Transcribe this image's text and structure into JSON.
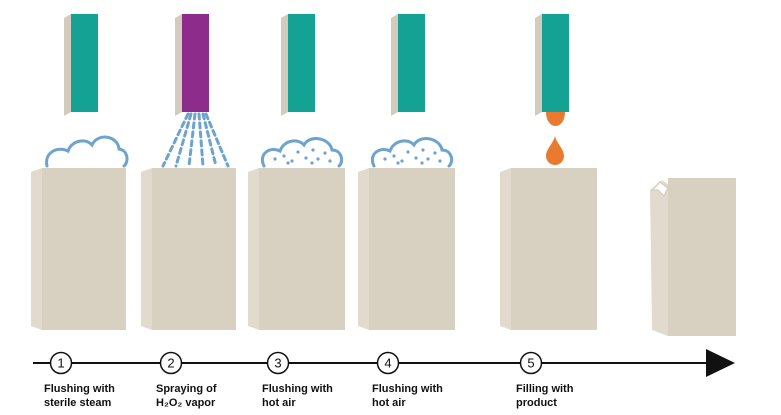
{
  "colors": {
    "carton": "#d8d1c2",
    "carton_edge": "#e9e4d8",
    "nozzle": "#14a294",
    "nozzle_h2o2": "#8e2c8c",
    "nozzle_back": "#d3cbbb",
    "steam": "#6ea3cf",
    "product": "#ea7a2f",
    "timeline": "#111111"
  },
  "steps": [
    {
      "number": "1",
      "line1": "Flushing with",
      "line2": "sterile steam",
      "nozzle": "nozzle_teal",
      "effect": "steam-cloud"
    },
    {
      "number": "2",
      "line1": "Spraying of",
      "line2": "H₂O₂ vapor",
      "nozzle": "nozzle_purple",
      "effect": "vapor-spray"
    },
    {
      "number": "3",
      "line1": "Flushing with",
      "line2": "hot air",
      "nozzle": "nozzle_teal",
      "effect": "hot-air-cloud"
    },
    {
      "number": "4",
      "line1": "Flushing with",
      "line2": "hot air",
      "nozzle": "nozzle_teal",
      "effect": "hot-air-cloud"
    },
    {
      "number": "5",
      "line1": "Filling with",
      "line2": "product",
      "nozzle": "nozzle_teal",
      "effect": "product-drops"
    }
  ]
}
